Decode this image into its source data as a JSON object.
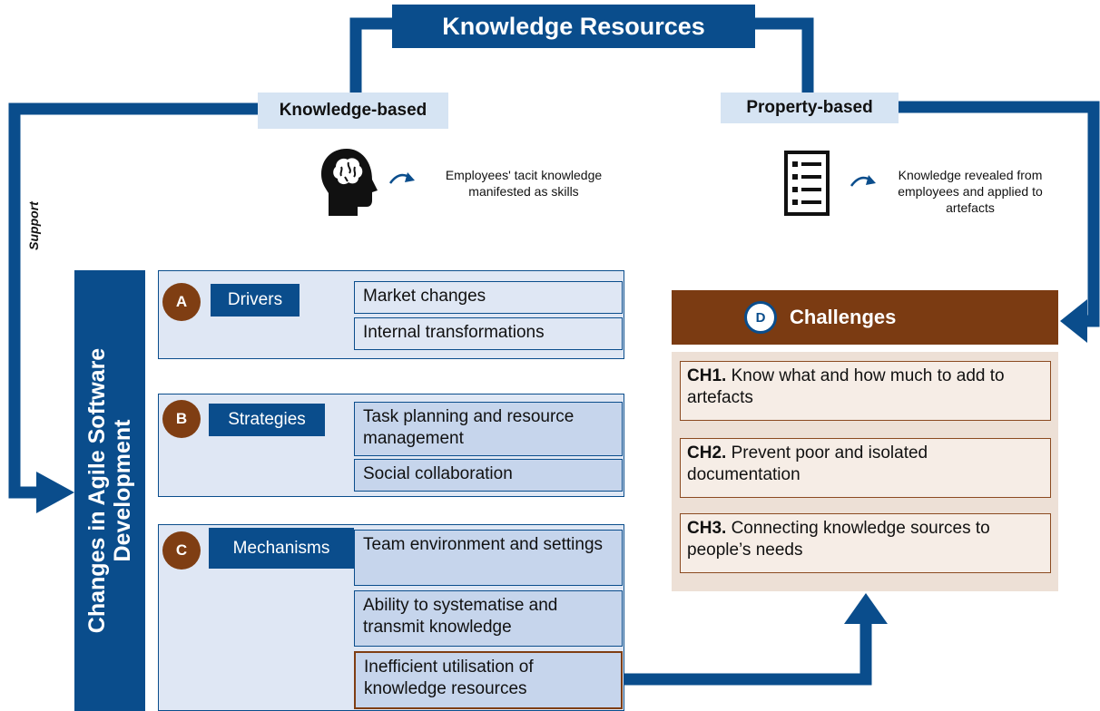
{
  "title": "Knowledge Resources",
  "knowledge_based": {
    "label": "Knowledge-based",
    "icon": "head-brain-icon",
    "description": [
      "Employees' tacit knowledge",
      "manifested as skills"
    ]
  },
  "property_based": {
    "label": "Property-based",
    "icon": "checklist-document-icon",
    "description": [
      "Knowledge revealed from",
      "employees and applied to",
      "artefacts"
    ]
  },
  "support_label": "Support",
  "side_label": [
    "Changes in Agile Software",
    "Development"
  ],
  "groups": [
    {
      "badge": "A",
      "title": "Drivers",
      "items": [
        "Market changes",
        "Internal transformations"
      ]
    },
    {
      "badge": "B",
      "title": "Strategies",
      "items": [
        "Task planning and resource management",
        "Social collaboration"
      ]
    },
    {
      "badge": "C",
      "title": "Mechanisms",
      "items": [
        "Team environment and settings",
        "Ability to systematise and transmit knowledge",
        "Inefficient utilisation of knowledge resources"
      ]
    }
  ],
  "challenges": {
    "badge": "D",
    "title": "Challenges",
    "items": [
      {
        "code": "CH1.",
        "text": " Know what and how much to add to artefacts"
      },
      {
        "code": "CH2.",
        "text": " Prevent poor and isolated documentation"
      },
      {
        "code": "CH3.",
        "text": " Connecting knowledge sources to people’s needs"
      }
    ]
  },
  "colors": {
    "primary_blue": "#0a4d8c",
    "light_blue": "#d6e4f3",
    "brown": "#7b3b12",
    "challenge_bg": "#ede0d6"
  }
}
